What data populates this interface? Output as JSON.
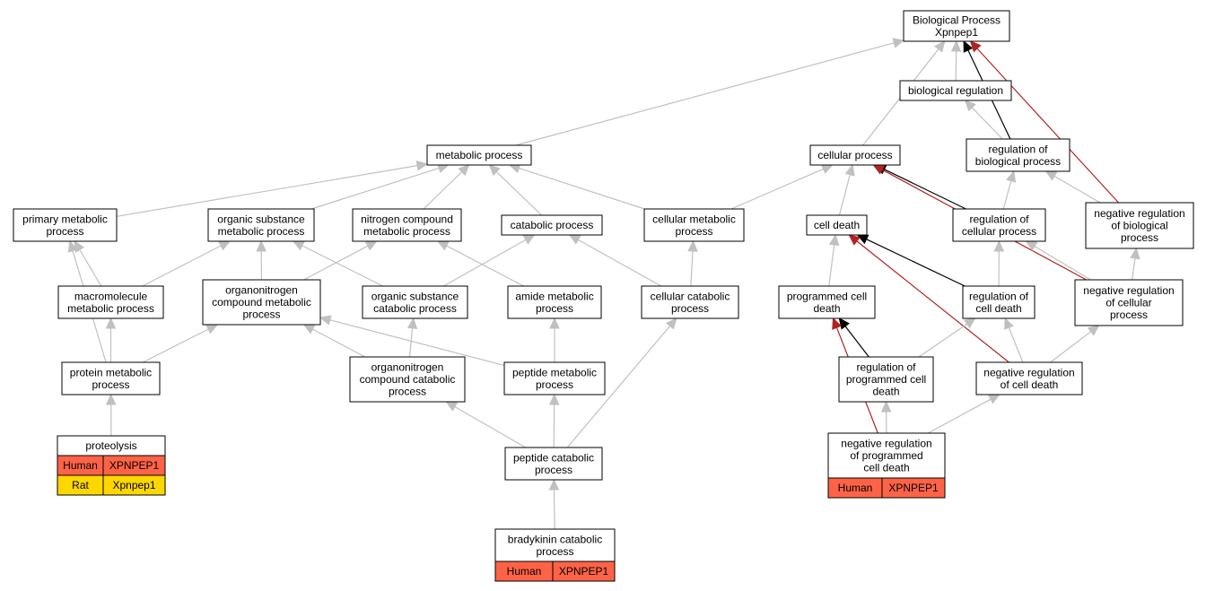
{
  "colors": {
    "is_a_edge": "#c0c0c0",
    "regulates_edge": "#000000",
    "negatively_regulates_edge": "#b22222",
    "human_species": "#ff6347",
    "rat_species": "#ffd700"
  },
  "nodes": [
    {
      "id": "bp",
      "lines": [
        "Biological Process",
        "Xpnpep1"
      ]
    },
    {
      "id": "biological-regulation",
      "lines": [
        "biological regulation"
      ]
    },
    {
      "id": "metabolic-process",
      "lines": [
        "metabolic process"
      ]
    },
    {
      "id": "cellular-process",
      "lines": [
        "cellular process"
      ]
    },
    {
      "id": "regulation-of-biological-process",
      "lines": [
        "regulation of",
        "biological process"
      ]
    },
    {
      "id": "primary-metabolic-process",
      "lines": [
        "primary metabolic",
        "process"
      ]
    },
    {
      "id": "organic-substance-metabolic-process",
      "lines": [
        "organic substance",
        "metabolic process"
      ]
    },
    {
      "id": "nitrogen-compound-metabolic-process",
      "lines": [
        "nitrogen compound",
        "metabolic process"
      ]
    },
    {
      "id": "catabolic-process",
      "lines": [
        "catabolic process"
      ]
    },
    {
      "id": "cellular-metabolic-process",
      "lines": [
        "cellular metabolic",
        "process"
      ]
    },
    {
      "id": "cell-death",
      "lines": [
        "cell death"
      ]
    },
    {
      "id": "regulation-of-cellular-process",
      "lines": [
        "regulation of",
        "cellular process"
      ]
    },
    {
      "id": "negative-regulation-of-biological-process",
      "lines": [
        "negative regulation",
        "of biological",
        "process"
      ]
    },
    {
      "id": "macromolecule-metabolic-process",
      "lines": [
        "macromolecule",
        "metabolic process"
      ]
    },
    {
      "id": "organonitrogen-compound-metabolic-process",
      "lines": [
        "organonitrogen",
        "compound metabolic",
        "process"
      ]
    },
    {
      "id": "organic-substance-catabolic-process",
      "lines": [
        "organic substance",
        "catabolic process"
      ]
    },
    {
      "id": "amide-metabolic-process",
      "lines": [
        "amide metabolic",
        "process"
      ]
    },
    {
      "id": "cellular-catabolic-process",
      "lines": [
        "cellular catabolic",
        "process"
      ]
    },
    {
      "id": "programmed-cell-death",
      "lines": [
        "programmed cell",
        "death"
      ]
    },
    {
      "id": "regulation-of-cell-death",
      "lines": [
        "regulation of",
        "cell death"
      ]
    },
    {
      "id": "negative-regulation-of-cellular-process",
      "lines": [
        "negative regulation",
        "of cellular",
        "process"
      ]
    },
    {
      "id": "protein-metabolic-process",
      "lines": [
        "protein metabolic",
        "process"
      ]
    },
    {
      "id": "organonitrogen-compound-catabolic-process",
      "lines": [
        "organonitrogen",
        "compound catabolic",
        "process"
      ]
    },
    {
      "id": "peptide-metabolic-process",
      "lines": [
        "peptide metabolic",
        "process"
      ]
    },
    {
      "id": "regulation-of-programmed-cell-death",
      "lines": [
        "regulation of",
        "programmed cell",
        "death"
      ]
    },
    {
      "id": "negative-regulation-of-cell-death",
      "lines": [
        "negative regulation",
        "of cell death"
      ]
    },
    {
      "id": "proteolysis",
      "lines": [
        "proteolysis"
      ],
      "annotations": [
        {
          "species": "Human",
          "gene": "XPNPEP1",
          "color": "#ff6347"
        },
        {
          "species": "Rat",
          "gene": "Xpnpep1",
          "color": "#ffd700"
        }
      ]
    },
    {
      "id": "peptide-catabolic-process",
      "lines": [
        "peptide catabolic",
        "process"
      ]
    },
    {
      "id": "negative-regulation-of-programmed-cell-death",
      "lines": [
        "negative regulation",
        "of programmed",
        "cell death"
      ],
      "annotations": [
        {
          "species": "Human",
          "gene": "XPNPEP1",
          "color": "#ff6347"
        }
      ]
    },
    {
      "id": "bradykinin-catabolic-process",
      "lines": [
        "bradykinin catabolic",
        "process"
      ],
      "annotations": [
        {
          "species": "Human",
          "gene": "XPNPEP1",
          "color": "#ff6347"
        }
      ]
    }
  ],
  "edges": [
    {
      "from": "metabolic-process",
      "to": "bp",
      "type": "is_a"
    },
    {
      "from": "cellular-process",
      "to": "bp",
      "type": "is_a"
    },
    {
      "from": "biological-regulation",
      "to": "bp",
      "type": "is_a"
    },
    {
      "from": "regulation-of-biological-process",
      "to": "bp",
      "type": "regulates"
    },
    {
      "from": "negative-regulation-of-biological-process",
      "to": "bp",
      "type": "negatively_regulates"
    },
    {
      "from": "regulation-of-biological-process",
      "to": "biological-regulation",
      "type": "is_a"
    },
    {
      "from": "primary-metabolic-process",
      "to": "metabolic-process",
      "type": "is_a"
    },
    {
      "from": "organic-substance-metabolic-process",
      "to": "metabolic-process",
      "type": "is_a"
    },
    {
      "from": "nitrogen-compound-metabolic-process",
      "to": "metabolic-process",
      "type": "is_a"
    },
    {
      "from": "catabolic-process",
      "to": "metabolic-process",
      "type": "is_a"
    },
    {
      "from": "cellular-metabolic-process",
      "to": "metabolic-process",
      "type": "is_a"
    },
    {
      "from": "cellular-metabolic-process",
      "to": "cellular-process",
      "type": "is_a"
    },
    {
      "from": "cell-death",
      "to": "cellular-process",
      "type": "is_a"
    },
    {
      "from": "regulation-of-cellular-process",
      "to": "cellular-process",
      "type": "regulates"
    },
    {
      "from": "negative-regulation-of-cellular-process",
      "to": "cellular-process",
      "type": "negatively_regulates"
    },
    {
      "from": "regulation-of-cellular-process",
      "to": "regulation-of-biological-process",
      "type": "is_a"
    },
    {
      "from": "negative-regulation-of-biological-process",
      "to": "regulation-of-biological-process",
      "type": "is_a"
    },
    {
      "from": "negative-regulation-of-cellular-process",
      "to": "regulation-of-cellular-process",
      "type": "is_a"
    },
    {
      "from": "negative-regulation-of-cellular-process",
      "to": "negative-regulation-of-biological-process",
      "type": "is_a"
    },
    {
      "from": "macromolecule-metabolic-process",
      "to": "primary-metabolic-process",
      "type": "is_a"
    },
    {
      "from": "protein-metabolic-process",
      "to": "primary-metabolic-process",
      "type": "is_a"
    },
    {
      "from": "macromolecule-metabolic-process",
      "to": "organic-substance-metabolic-process",
      "type": "is_a"
    },
    {
      "from": "organonitrogen-compound-metabolic-process",
      "to": "organic-substance-metabolic-process",
      "type": "is_a"
    },
    {
      "from": "organonitrogen-compound-metabolic-process",
      "to": "nitrogen-compound-metabolic-process",
      "type": "is_a"
    },
    {
      "from": "organic-substance-catabolic-process",
      "to": "organic-substance-metabolic-process",
      "type": "is_a"
    },
    {
      "from": "amide-metabolic-process",
      "to": "nitrogen-compound-metabolic-process",
      "type": "is_a"
    },
    {
      "from": "organic-substance-catabolic-process",
      "to": "catabolic-process",
      "type": "is_a"
    },
    {
      "from": "cellular-catabolic-process",
      "to": "catabolic-process",
      "type": "is_a"
    },
    {
      "from": "cellular-catabolic-process",
      "to": "cellular-metabolic-process",
      "type": "is_a"
    },
    {
      "from": "programmed-cell-death",
      "to": "cell-death",
      "type": "is_a"
    },
    {
      "from": "regulation-of-cell-death",
      "to": "cell-death",
      "type": "regulates"
    },
    {
      "from": "negative-regulation-of-cell-death",
      "to": "cell-death",
      "type": "negatively_regulates"
    },
    {
      "from": "regulation-of-cell-death",
      "to": "regulation-of-cellular-process",
      "type": "is_a"
    },
    {
      "from": "negative-regulation-of-cell-death",
      "to": "regulation-of-cell-death",
      "type": "is_a"
    },
    {
      "from": "negative-regulation-of-cell-death",
      "to": "negative-regulation-of-cellular-process",
      "type": "is_a"
    },
    {
      "from": "regulation-of-programmed-cell-death",
      "to": "regulation-of-cell-death",
      "type": "is_a"
    },
    {
      "from": "regulation-of-programmed-cell-death",
      "to": "programmed-cell-death",
      "type": "regulates"
    },
    {
      "from": "negative-regulation-of-programmed-cell-death",
      "to": "programmed-cell-death",
      "type": "negatively_regulates"
    },
    {
      "from": "negative-regulation-of-programmed-cell-death",
      "to": "regulation-of-programmed-cell-death",
      "type": "is_a"
    },
    {
      "from": "negative-regulation-of-programmed-cell-death",
      "to": "negative-regulation-of-cell-death",
      "type": "is_a"
    },
    {
      "from": "protein-metabolic-process",
      "to": "macromolecule-metabolic-process",
      "type": "is_a"
    },
    {
      "from": "protein-metabolic-process",
      "to": "organonitrogen-compound-metabolic-process",
      "type": "is_a"
    },
    {
      "from": "organonitrogen-compound-catabolic-process",
      "to": "organonitrogen-compound-metabolic-process",
      "type": "is_a"
    },
    {
      "from": "organonitrogen-compound-catabolic-process",
      "to": "organic-substance-catabolic-process",
      "type": "is_a"
    },
    {
      "from": "peptide-metabolic-process",
      "to": "organonitrogen-compound-metabolic-process",
      "type": "is_a"
    },
    {
      "from": "peptide-metabolic-process",
      "to": "amide-metabolic-process",
      "type": "is_a"
    },
    {
      "from": "proteolysis",
      "to": "protein-metabolic-process",
      "type": "is_a"
    },
    {
      "from": "peptide-catabolic-process",
      "to": "organonitrogen-compound-catabolic-process",
      "type": "is_a"
    },
    {
      "from": "peptide-catabolic-process",
      "to": "peptide-metabolic-process",
      "type": "is_a"
    },
    {
      "from": "peptide-catabolic-process",
      "to": "cellular-catabolic-process",
      "type": "is_a"
    },
    {
      "from": "bradykinin-catabolic-process",
      "to": "peptide-catabolic-process",
      "type": "is_a"
    }
  ]
}
